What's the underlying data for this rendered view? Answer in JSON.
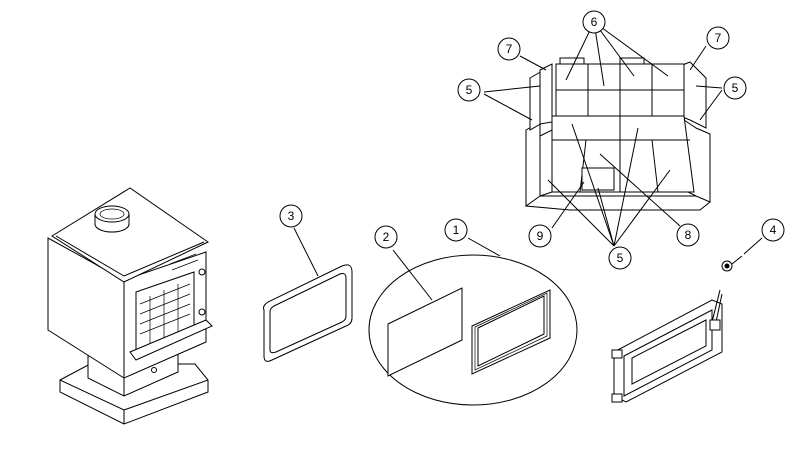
{
  "callouts": [
    {
      "id": "c1",
      "label": "1"
    },
    {
      "id": "c2",
      "label": "2"
    },
    {
      "id": "c3",
      "label": "3"
    },
    {
      "id": "c4",
      "label": "4"
    },
    {
      "id": "c5a",
      "label": "5"
    },
    {
      "id": "c5b",
      "label": "5"
    },
    {
      "id": "c5c",
      "label": "5"
    },
    {
      "id": "c6",
      "label": "6"
    },
    {
      "id": "c7a",
      "label": "7"
    },
    {
      "id": "c7b",
      "label": "7"
    },
    {
      "id": "c8",
      "label": "8"
    },
    {
      "id": "c9",
      "label": "9"
    }
  ]
}
